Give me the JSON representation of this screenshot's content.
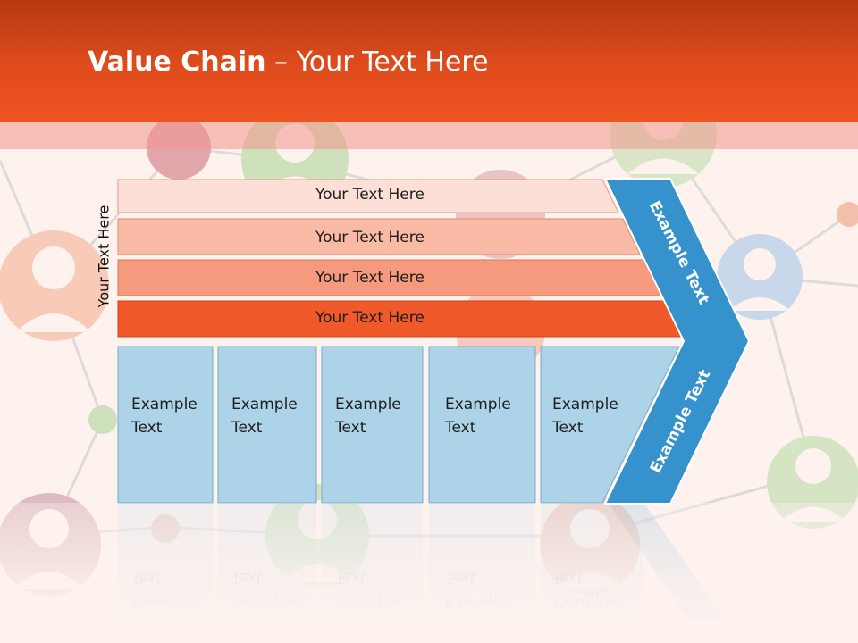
{
  "slide": {
    "title_bold": "Value Chain",
    "title_rest": " – Your Text Here",
    "side_label": "Your Text Here",
    "bars": [
      {
        "label": "Your Text Here"
      },
      {
        "label": "Your Text Here"
      },
      {
        "label": "Your Text Here"
      },
      {
        "label": "Your Text Here"
      }
    ],
    "cells": [
      {
        "label": "Example\nText"
      },
      {
        "label": "Example\nText"
      },
      {
        "label": "Example\nText"
      },
      {
        "label": "Example\nText"
      },
      {
        "label": "Example\nText"
      }
    ],
    "arrow_top": "Example Text",
    "arrow_bottom": "Example Text",
    "colors": {
      "header": "#e04c1d",
      "bar1": "#fce0d8",
      "bar2": "#f9bba6",
      "bar3": "#f59a7c",
      "bar4": "#f0592a",
      "cell": "#acd3e8",
      "arrow": "#3592cc"
    },
    "icons": [
      "person-icon"
    ]
  }
}
